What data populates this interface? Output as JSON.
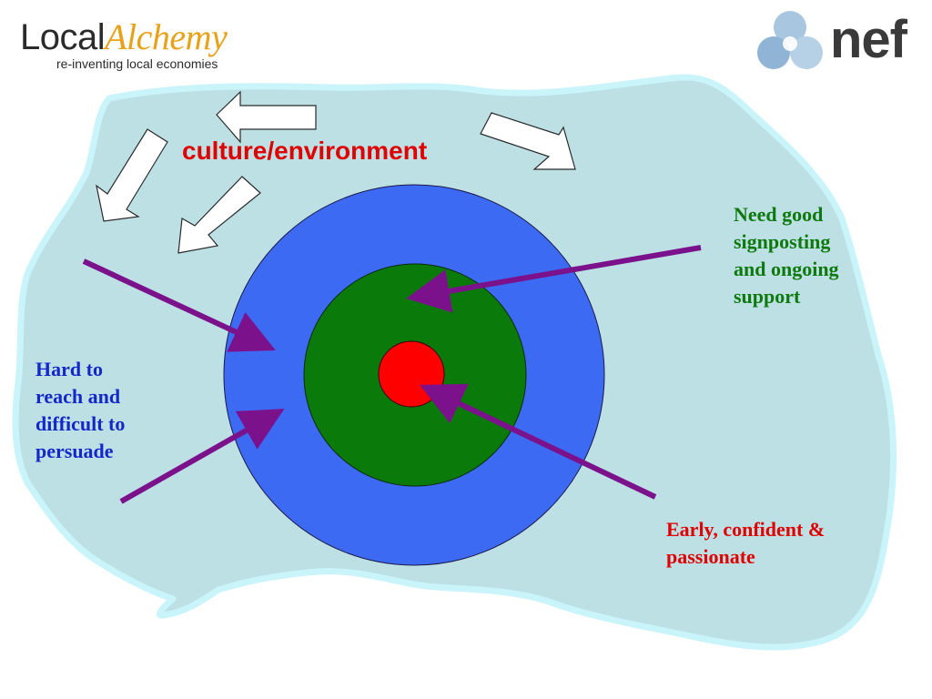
{
  "logos": {
    "local_alchemy": {
      "word1": "Local",
      "word2": "Alchemy",
      "tagline": "re-inventing local economies"
    },
    "nef": {
      "text": "nef"
    }
  },
  "diagram": {
    "title": "culture/environment",
    "labels": {
      "need_support": [
        "Need good",
        "signposting",
        "and ongoing",
        "support"
      ],
      "hard_to_reach": [
        "Hard to",
        "reach and",
        "difficult to",
        "persuade"
      ],
      "early": [
        "Early, confident &",
        "passionate"
      ]
    },
    "colors": {
      "cloud_fill": "#bde0e5",
      "cloud_edge": "#c8f4fa",
      "outer_ring": "#3d6af2",
      "middle_ring": "#0a7a0a",
      "core": "#ff0000",
      "arrows": "#7b128c",
      "title": "#e00000"
    }
  }
}
